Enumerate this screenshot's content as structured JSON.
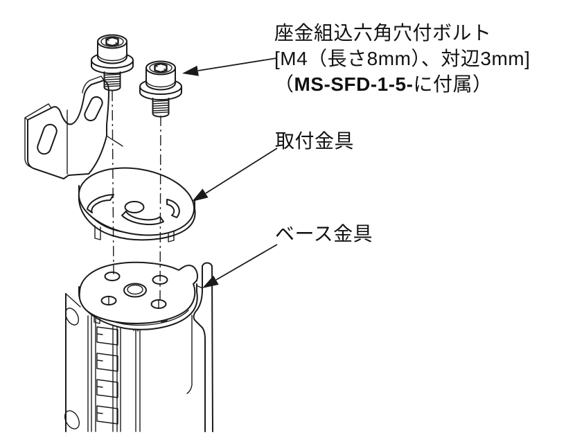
{
  "page": {
    "background": "#ffffff",
    "ink_color": "#1a1a1a",
    "type": "exploded-assembly-diagram"
  },
  "labels": {
    "bolt": {
      "line1": "座金組込六角穴付ボルト",
      "line2": "[M4（長さ8mm）、対辺3mm]",
      "line3_open": "（",
      "line3_model": "MS-SFD-1-5-",
      "line3_rest": "に付属）"
    },
    "bracket": "取付金具",
    "base": "ベース金具"
  },
  "parts": [
    {
      "name": "socket-bolt-left",
      "description": "hex-socket-head-bolt-with-captive-washer"
    },
    {
      "name": "socket-bolt-right",
      "description": "hex-socket-head-bolt-with-captive-washer"
    },
    {
      "name": "mounting-bracket",
      "description": "L-shaped mounting bracket with slots"
    },
    {
      "name": "base-fitting",
      "description": "round base fitting on sensor column"
    }
  ]
}
